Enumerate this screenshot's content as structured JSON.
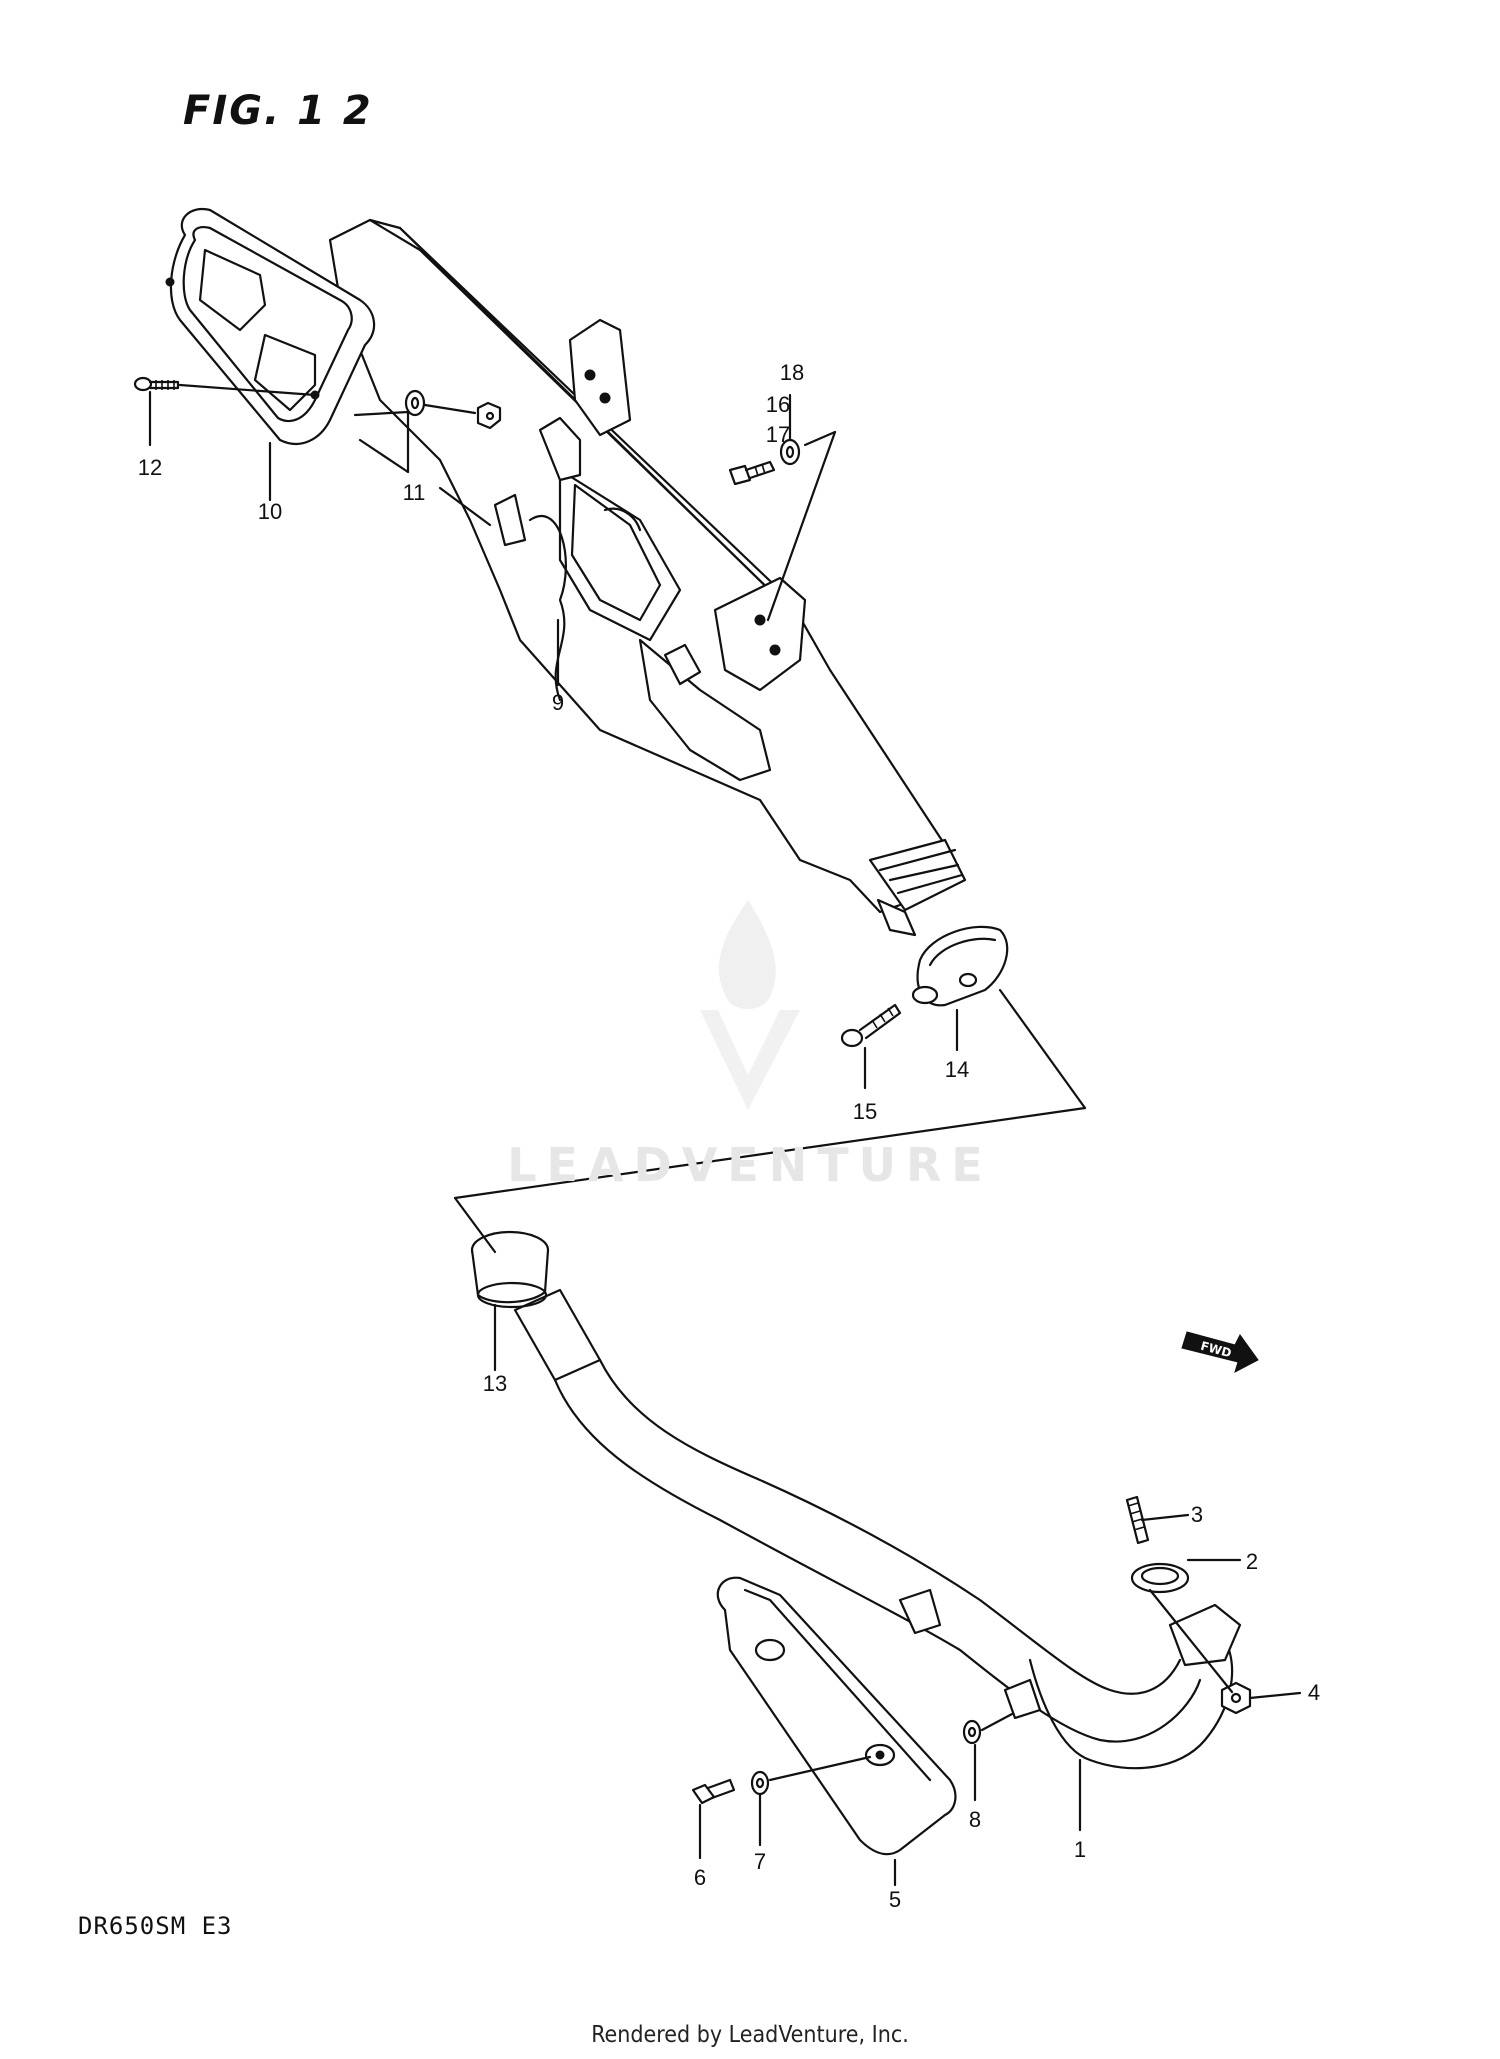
{
  "figure": {
    "title": "FIG. 1 2",
    "model_code": "DR650SM  E3",
    "footer": "Rendered by LeadVenture, Inc.",
    "watermark": "LEADVENTURE",
    "direction_marker": "FWD"
  },
  "callouts": [
    {
      "id": "1",
      "text": "1"
    },
    {
      "id": "2",
      "text": "2"
    },
    {
      "id": "3",
      "text": "3"
    },
    {
      "id": "4",
      "text": "4"
    },
    {
      "id": "5",
      "text": "5"
    },
    {
      "id": "6",
      "text": "6"
    },
    {
      "id": "7",
      "text": "7"
    },
    {
      "id": "8",
      "text": "8"
    },
    {
      "id": "9",
      "text": "9"
    },
    {
      "id": "10",
      "text": "10"
    },
    {
      "id": "11",
      "text": "11"
    },
    {
      "id": "12",
      "text": "12"
    },
    {
      "id": "13",
      "text": "13"
    },
    {
      "id": "14",
      "text": "14"
    },
    {
      "id": "15",
      "text": "15"
    },
    {
      "id": "16",
      "text": "16"
    },
    {
      "id": "17",
      "text": "17"
    },
    {
      "id": "18",
      "text": "18"
    }
  ],
  "colors": {
    "line": "#111111",
    "background": "#ffffff",
    "watermark": "#e6e6e6"
  }
}
